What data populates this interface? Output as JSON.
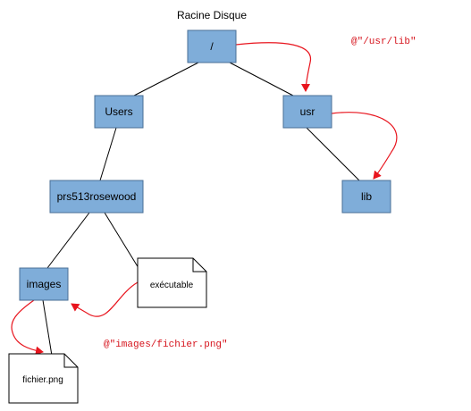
{
  "diagram": {
    "title": "Racine Disque",
    "colors": {
      "node_fill": "#7fadd9",
      "node_stroke": "#4a6f96",
      "edge": "#000000",
      "link_arrow": "#e8141d",
      "link_text": "#d6141d",
      "file_fill": "#ffffff",
      "file_stroke": "#000000"
    },
    "nodes": {
      "root": "/",
      "users": "Users",
      "usr": "usr",
      "home": "prs513rosewood",
      "lib": "lib",
      "images": "images"
    },
    "files": {
      "executable": "exécutable",
      "png": "fichier.png"
    },
    "links": {
      "absolute": "@\"/usr/lib\"",
      "relative": "@\"images/fichier.png\""
    }
  }
}
